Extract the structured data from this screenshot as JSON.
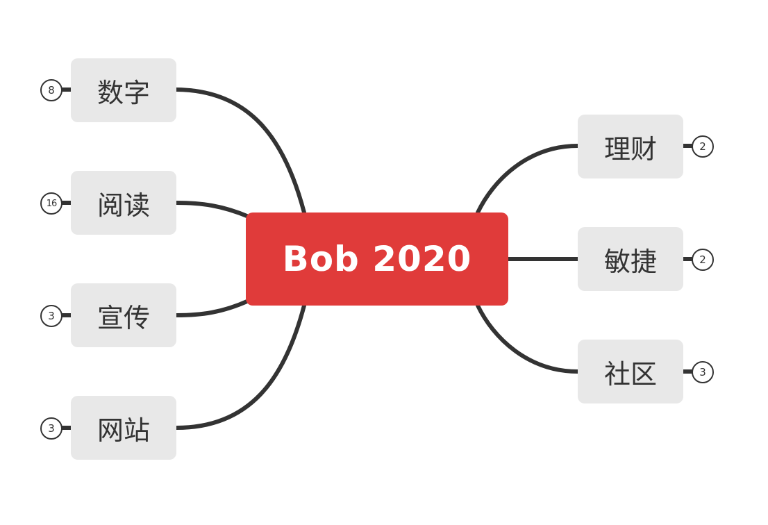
{
  "central_topic": {
    "label": "Bob 2020",
    "color": "#e03b3a"
  },
  "left_topics": [
    {
      "label": "数字",
      "collapsed_count": "8"
    },
    {
      "label": "阅读",
      "collapsed_count": "16"
    },
    {
      "label": "宣传",
      "collapsed_count": "3"
    },
    {
      "label": "网站",
      "collapsed_count": "3"
    }
  ],
  "right_topics": [
    {
      "label": "理财",
      "collapsed_count": "2"
    },
    {
      "label": "敏捷",
      "collapsed_count": "2"
    },
    {
      "label": "社区",
      "collapsed_count": "3"
    }
  ],
  "colors": {
    "topic_background": "#e8e8e8",
    "connector": "#333333",
    "text": "#333333"
  }
}
